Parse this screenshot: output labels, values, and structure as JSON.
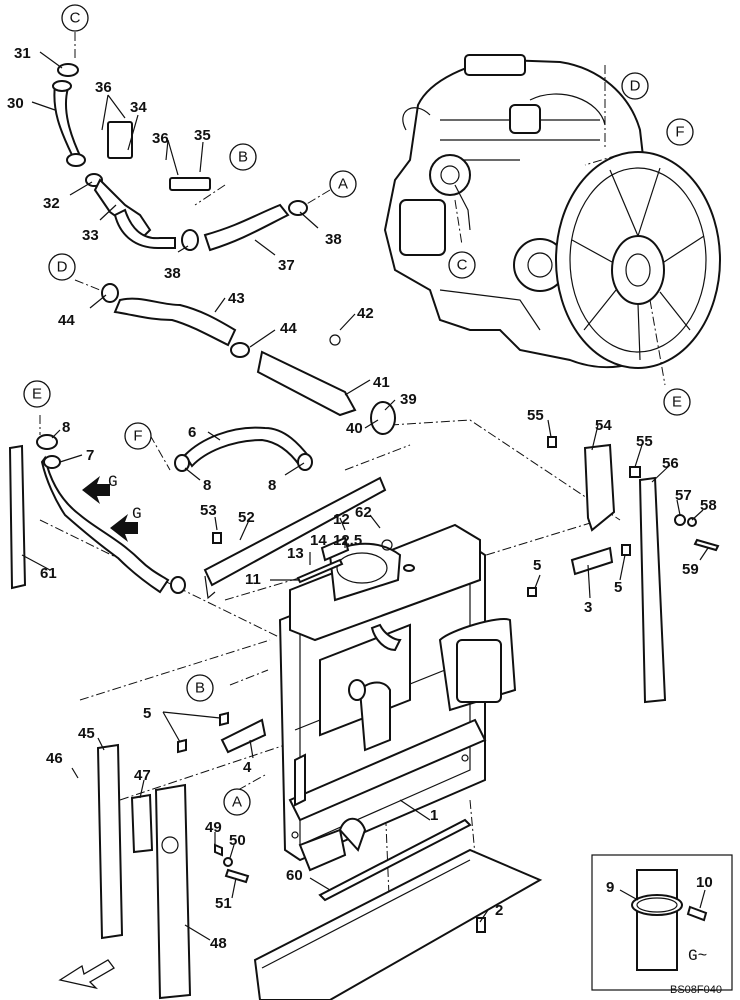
{
  "drawing_code": "BS08F040",
  "reference_letters": [
    "C",
    "D",
    "F",
    "B",
    "A",
    "D",
    "E",
    "C",
    "E",
    "F",
    "B",
    "A"
  ],
  "view_marker": "G",
  "detail_caption": "G~",
  "callouts": [
    "31",
    "30",
    "36",
    "34",
    "36",
    "35",
    "32",
    "33",
    "38",
    "37",
    "38",
    "44",
    "43",
    "44",
    "42",
    "41",
    "39",
    "40",
    "8",
    "7",
    "6",
    "8",
    "8",
    "53",
    "52",
    "12",
    "62",
    "12.5",
    "14",
    "13",
    "11",
    "5",
    "3",
    "5",
    "55",
    "54",
    "55",
    "56",
    "57",
    "58",
    "59",
    "61",
    "5",
    "45",
    "46",
    "4",
    "47",
    "49",
    "50",
    "51",
    "48",
    "1",
    "60",
    "2",
    "9",
    "10"
  ]
}
